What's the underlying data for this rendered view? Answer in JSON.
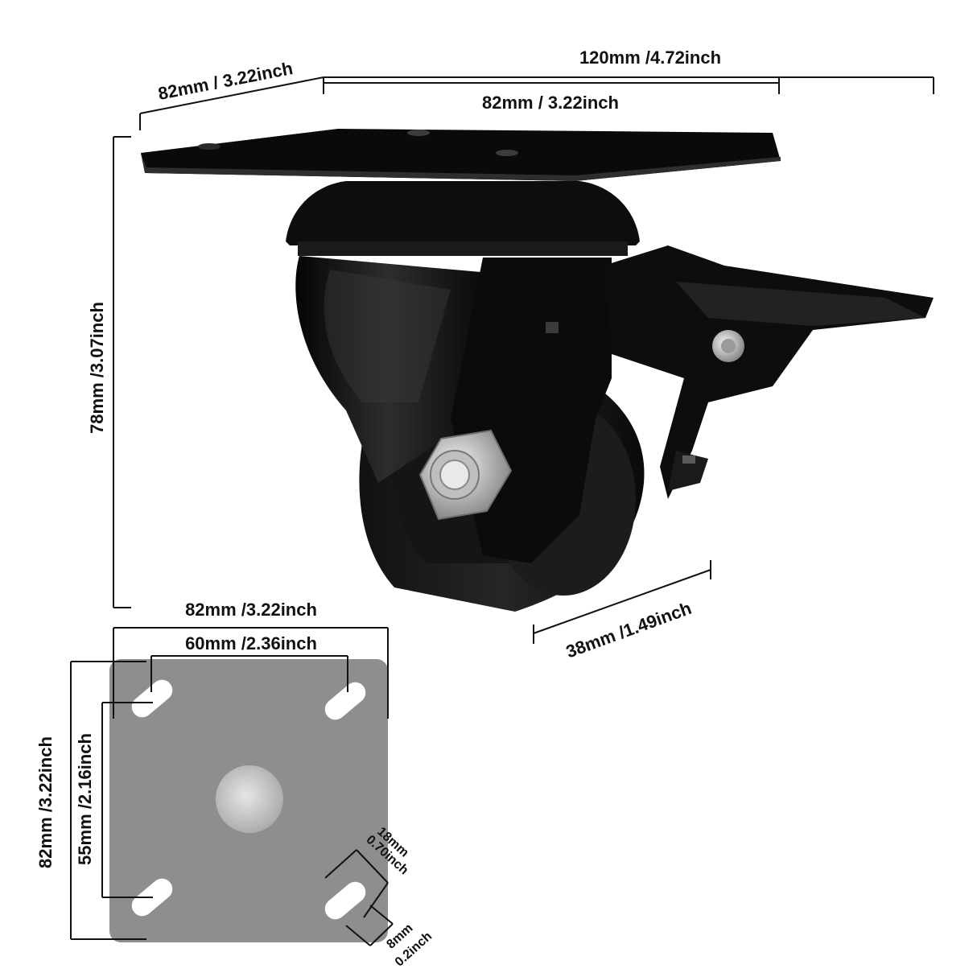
{
  "colors": {
    "ink": "#111111",
    "caster_body": "#0b0b0b",
    "caster_highlight": "#3a3a3a",
    "plate_gray": "#8e8e8e",
    "plate_hole": "#ffffff",
    "bolt_metal": "#c8c8c8"
  },
  "caster": {
    "plate_depth_label": "82mm / 3.22inch",
    "total_length_label": "120mm /4.72inch",
    "plate_width_label": "82mm / 3.22inch",
    "height_label": "78mm /3.07inch",
    "wheel_width_label": "38mm /1.49inch"
  },
  "top_plate": {
    "width_label": "82mm /3.22inch",
    "hole_spacing_x_label": "60mm /2.36inch",
    "height_label": "82mm /3.22inch",
    "hole_spacing_y_label": "55mm /2.16inch",
    "slot_length_label_mm": "18mm",
    "slot_length_label_in": "0.70inch",
    "slot_width_label_mm": "8mm",
    "slot_width_label_in": "0.2inch"
  }
}
